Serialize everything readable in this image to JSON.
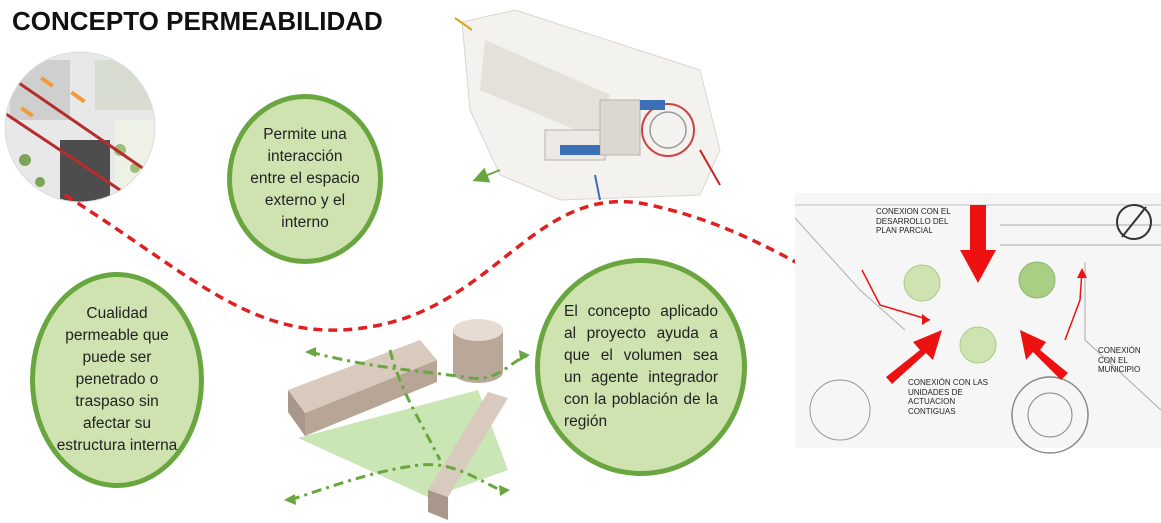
{
  "title": "CONCEPTO PERMEABILIDAD",
  "bubbles": {
    "interaction": "Permite una interacción entre el espacio externo y el interno",
    "quality": "Cualidad permeable que puede ser penetrado o traspaso sin afectar su estructura interna",
    "applied": "El concepto aplicado al proyecto ayuda a que el volumen sea un agente integrador con la población de la región"
  },
  "site_plan": {
    "labels": {
      "plan_parcial": "CONEXION CON EL DESARROLLO DEL PLAN PARCIAL",
      "municipio": "CONEXIÓN CON EL MUNICIPIO",
      "unidades": "CONEXIÓN CON LAS UNIDADES DE ACTUACION CONTIGUAS"
    }
  },
  "colors": {
    "bubble_fill": "#cfe3b1",
    "bubble_border": "#6aa63f",
    "connector": "#e02020",
    "arrow_red": "#ee1111",
    "volume": "#c9b8a6",
    "dash_green": "#6aa63f"
  }
}
